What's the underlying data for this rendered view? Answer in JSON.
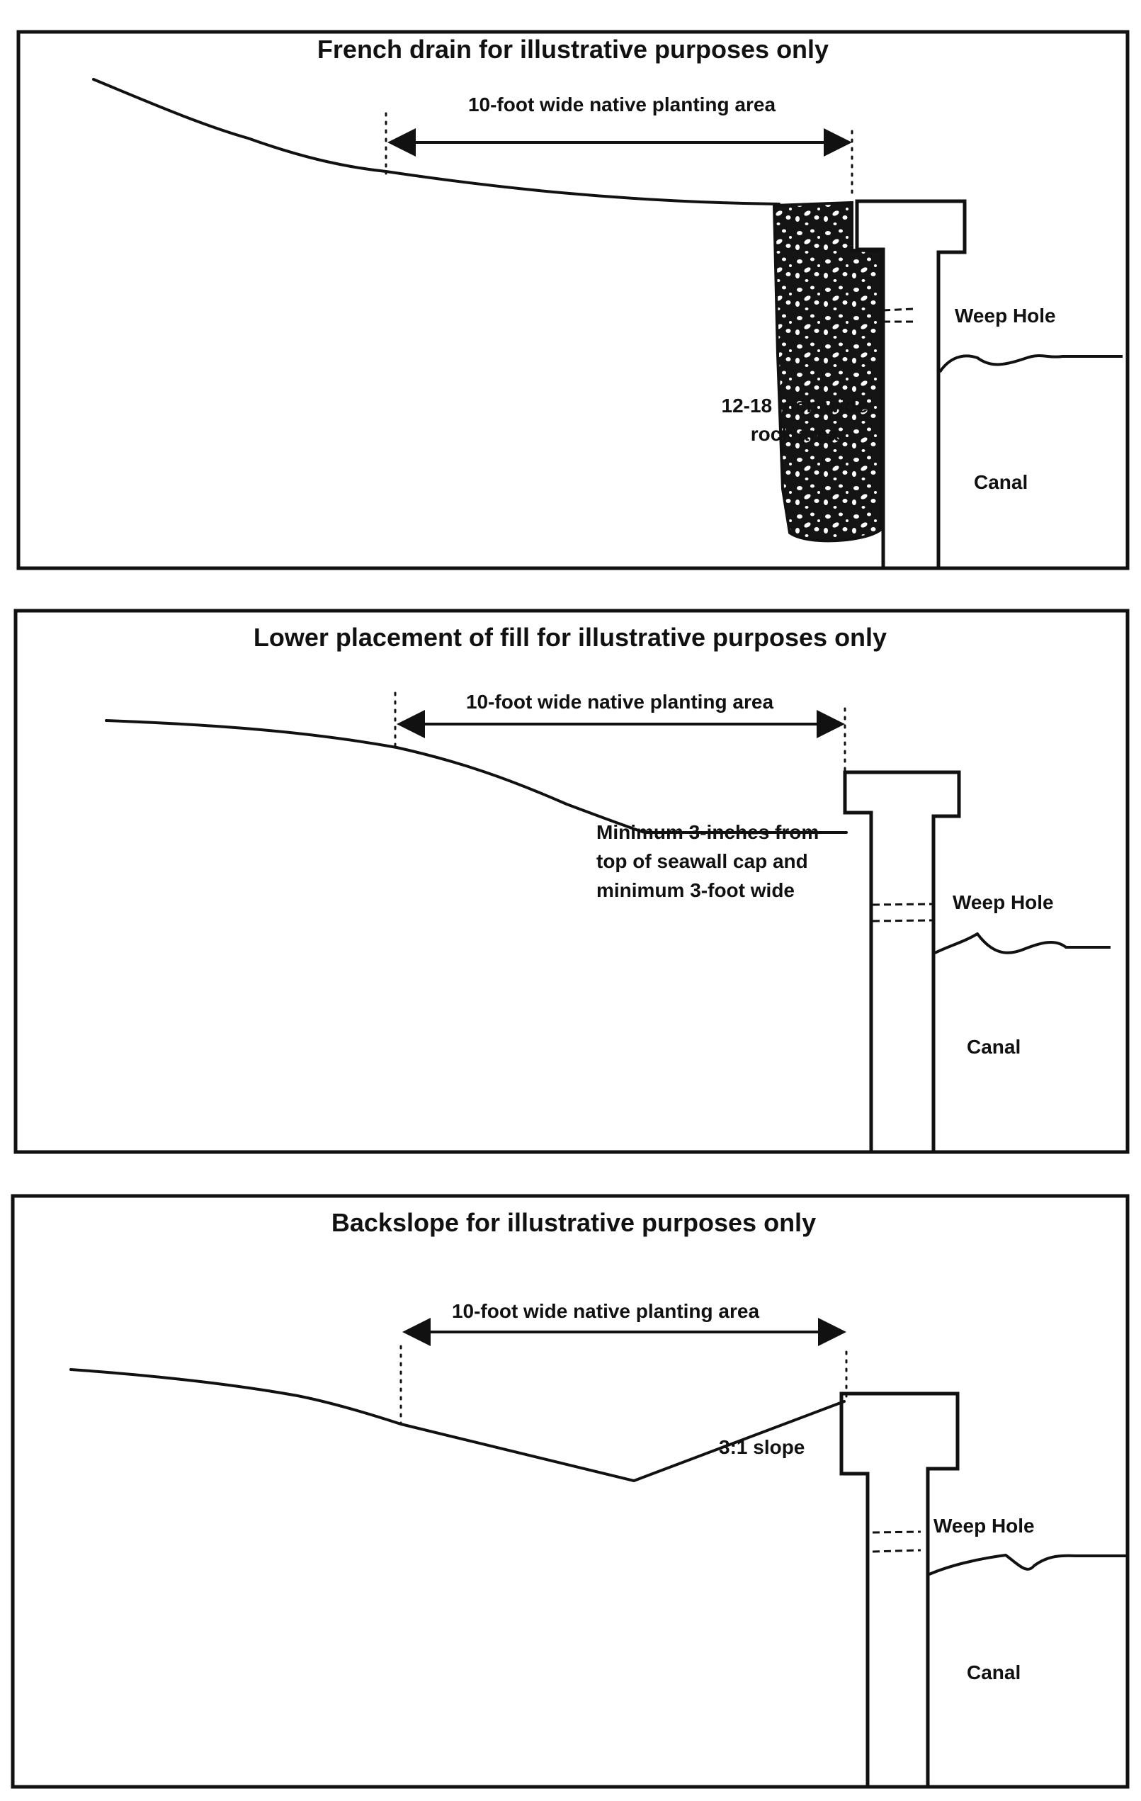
{
  "panels": [
    {
      "title": "French drain for illustrative purposes only",
      "planting_label": "10-foot wide native planting area",
      "rock_label_line1": "12-18 inch wide",
      "rock_label_line2": "rock area",
      "weep_label": "Weep Hole",
      "canal_label": "Canal"
    },
    {
      "title": "Lower placement of fill for illustrative purposes only",
      "planting_label": "10-foot wide native planting area",
      "note_line1": "Minimum 3-inches from",
      "note_line2": "top of seawall cap and",
      "note_line3": "minimum 3-foot wide",
      "weep_label": "Weep Hole",
      "canal_label": "Canal"
    },
    {
      "title": "Backslope for illustrative purposes only",
      "planting_label": "10-foot wide native planting area",
      "slope_label": "3:1 slope",
      "weep_label": "Weep Hole",
      "canal_label": "Canal"
    }
  ]
}
